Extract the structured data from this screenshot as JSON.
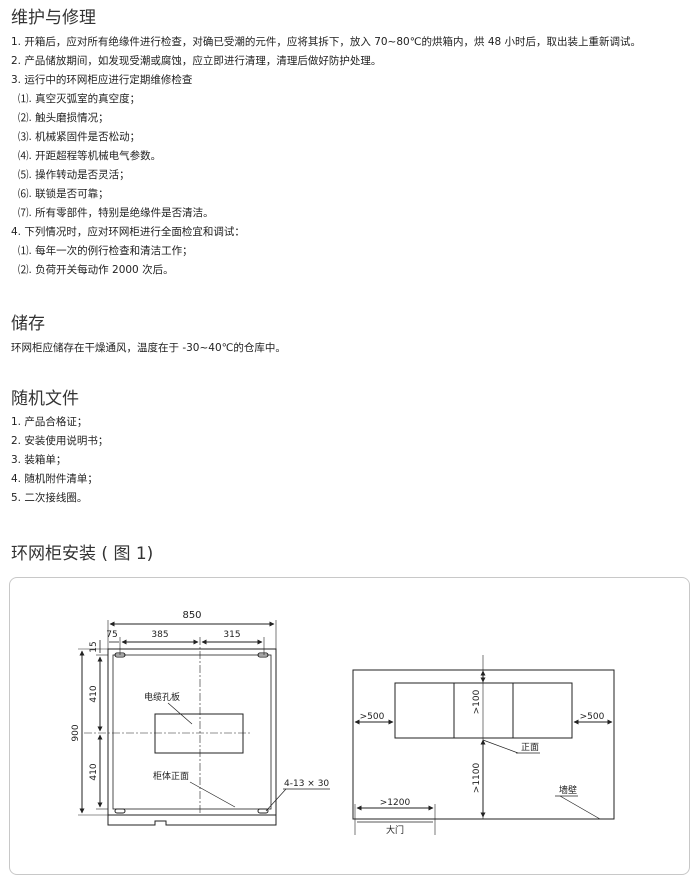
{
  "maintenance": {
    "title": "维护与修理",
    "items": [
      "1. 开箱后，应对所有绝缘件进行检查，对确已受潮的元件，应将其拆下，放入 70~80℃的烘箱内，烘 48 小时后，取出装上重新调试。",
      "2. 产品储放期间，如发现受潮或腐蚀，应立即进行清理，清理后做好防护处理。",
      "3. 运行中的环网柜应进行定期维修检查",
      "⑴. 真空灭弧室的真空度；",
      "⑵. 触头磨损情况；",
      "⑶. 机械紧固件是否松动；",
      "⑷. 开距超程等机械电气参数。",
      "⑸. 操作转动是否灵活；",
      "⑹. 联锁是否可靠；",
      "⑺. 所有零部件，特别是绝缘件是否清洁。",
      "4.   下列情况时，应对环网柜进行全面检宜和调试：",
      "⑴. 每年一次的例行检查和清洁工作；",
      "⑵. 负荷开关每动作 2000 次后。"
    ]
  },
  "storage": {
    "title": "储存",
    "text": "环网柜应储存在干燥通风，温度在于 -30~40℃的仓库中。"
  },
  "documents": {
    "title": "随机文件",
    "items": [
      "1. 产品合格证；",
      "2. 安装使用说明书；",
      "3. 装箱单；",
      "4. 随机附件清单；",
      "5. 二次接线圈。"
    ]
  },
  "installation": {
    "title": "环网柜安装 ( 图 1)",
    "left": {
      "dim_850": "850",
      "dim_15": "15",
      "dim_75": "75",
      "dim_385": "385",
      "dim_315": "315",
      "dim_410_top": "410",
      "dim_410_bottom": "410",
      "dim_900": "900",
      "cable_hole_label": "电缆孔板",
      "cabinet_front_label": "柜体正面",
      "hole_spec": "4-13 × 30"
    },
    "right": {
      "gt500_left": ">500",
      "gt500_right": ">500",
      "gt100": ">100",
      "front_label": "正面",
      "gt1100": ">1100",
      "gt1200": ">1200",
      "wall_label": "墙壁",
      "door_label": "大门"
    }
  }
}
